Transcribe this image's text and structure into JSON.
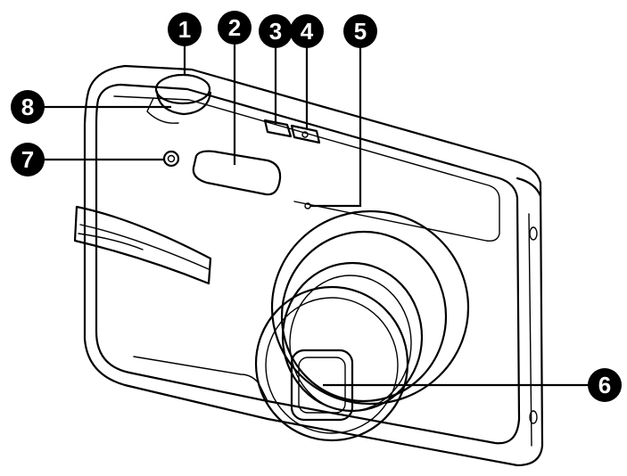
{
  "callouts": [
    {
      "number": "1"
    },
    {
      "number": "2"
    },
    {
      "number": "3"
    },
    {
      "number": "4"
    },
    {
      "number": "5"
    },
    {
      "number": "6"
    },
    {
      "number": "7"
    },
    {
      "number": "8"
    }
  ],
  "colors": {
    "line": "#000000",
    "badge": "#000000",
    "badge_text": "#ffffff",
    "background": "#ffffff"
  }
}
